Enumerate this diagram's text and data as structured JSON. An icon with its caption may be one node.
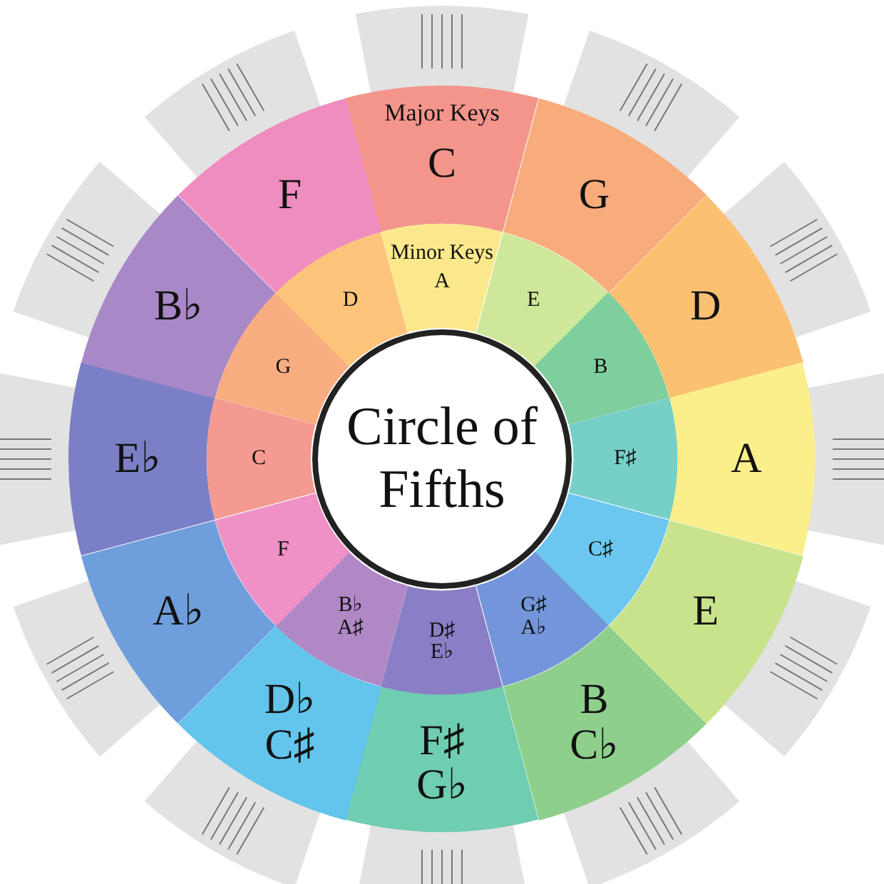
{
  "diagram": {
    "nodes": [
      {
        "text": [
          "Circle of Fifths"
        ]
      },
      {
        "text": [
          "Major Keys",
          "C"
        ]
      },
      {
        "text": [
          "G"
        ]
      },
      {
        "text": [
          "D"
        ]
      },
      {
        "text": [
          "A"
        ]
      },
      {
        "text": [
          "E"
        ]
      },
      {
        "text": [
          "B",
          "C♭"
        ]
      },
      {
        "text": [
          "F♯",
          "G♭"
        ]
      },
      {
        "text": [
          "D♭",
          "C♯"
        ]
      },
      {
        "text": [
          "A♭"
        ]
      },
      {
        "text": [
          "E♭"
        ]
      },
      {
        "text": [
          "B♭"
        ]
      },
      {
        "text": [
          "F"
        ]
      },
      {
        "text": [
          "Minor Keys",
          "A"
        ]
      },
      {
        "text": [
          "E"
        ]
      },
      {
        "text": [
          "B"
        ]
      },
      {
        "text": [
          "F♯"
        ]
      },
      {
        "text": [
          "C♯"
        ]
      },
      {
        "text": [
          "G♯",
          "A♭"
        ]
      },
      {
        "text": [
          "D♯",
          "E♭"
        ]
      },
      {
        "text": [
          "B♭",
          "A♯"
        ]
      },
      {
        "text": [
          "F"
        ]
      },
      {
        "text": [
          "C"
        ]
      },
      {
        "text": [
          "G"
        ]
      },
      {
        "text": [
          "D"
        ]
      }
    ]
  }
}
